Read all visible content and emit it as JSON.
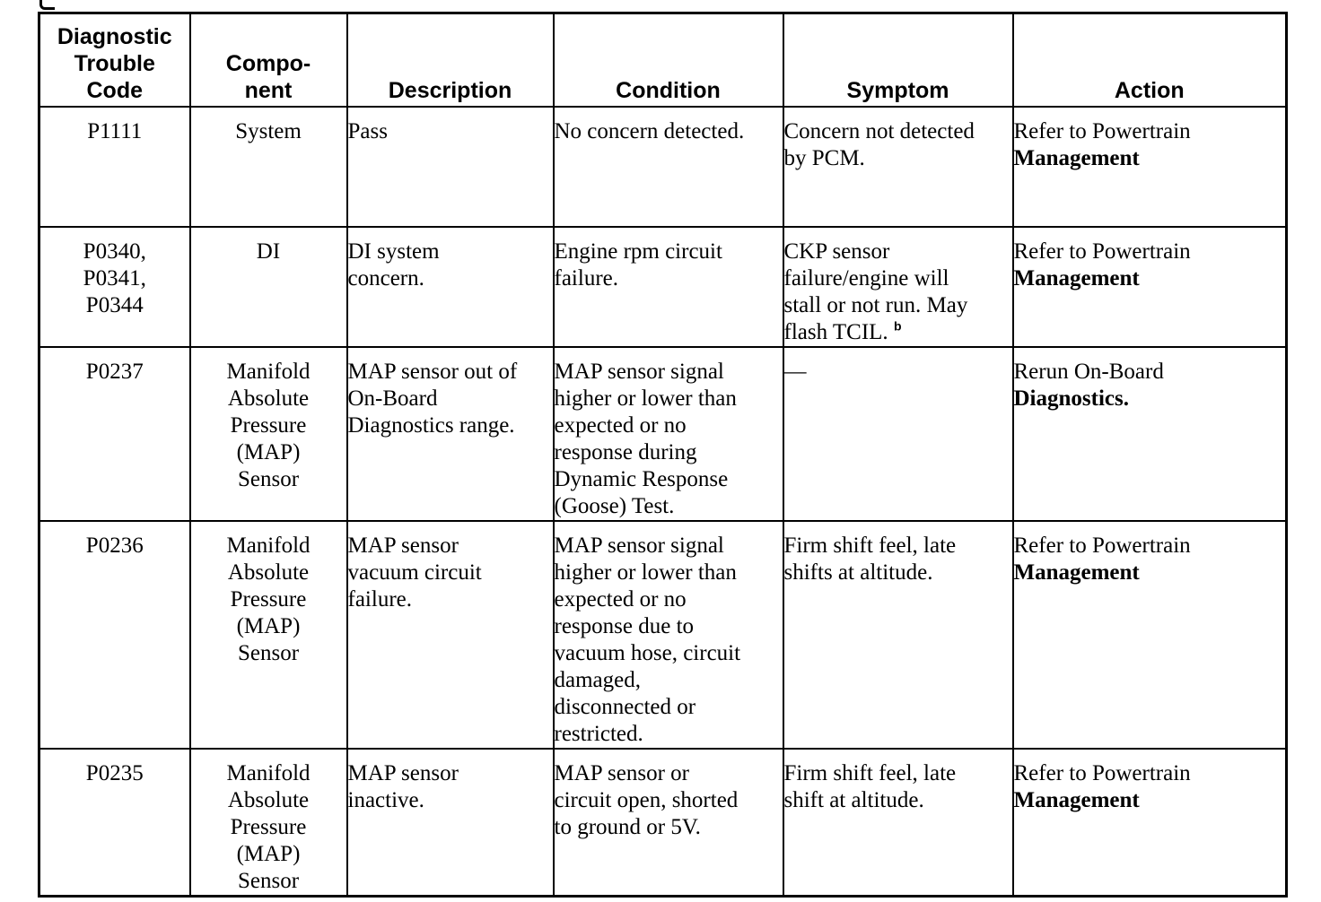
{
  "table": {
    "headers": {
      "code": [
        "Diagnostic",
        "Trouble",
        "Code"
      ],
      "component": [
        "Compo-",
        "nent"
      ],
      "description": "Description",
      "condition": "Condition",
      "symptom": "Symptom",
      "action": "Action"
    },
    "rows": [
      {
        "code": [
          "P1111"
        ],
        "component": [
          "System"
        ],
        "description": [
          "Pass"
        ],
        "condition": [
          "No concern detected."
        ],
        "symptom": [
          "Concern not detected",
          "by PCM."
        ],
        "symptom_sup": "",
        "action": [
          "Refer to Powertrain",
          "Management"
        ]
      },
      {
        "code": [
          "P0340,",
          "P0341,",
          "P0344"
        ],
        "component": [
          "DI"
        ],
        "description": [
          "DI system",
          "concern."
        ],
        "condition": [
          "Engine rpm circuit",
          "failure."
        ],
        "symptom": [
          "CKP sensor",
          "failure/engine will",
          "stall or not run. May",
          "flash TCIL."
        ],
        "symptom_sup": "b",
        "action": [
          "Refer to Powertrain",
          "Management"
        ]
      },
      {
        "code": [
          "P0237"
        ],
        "component": [
          "Manifold",
          "Absolute",
          "Pressure",
          "(MAP)",
          "Sensor"
        ],
        "description": [
          "MAP sensor out of",
          "On-Board",
          "Diagnostics range."
        ],
        "condition": [
          "MAP sensor signal",
          "higher or lower than",
          "expected or no",
          "response during",
          "Dynamic Response",
          "(Goose) Test."
        ],
        "symptom": [
          "—"
        ],
        "symptom_sup": "",
        "action": [
          "Rerun On-Board",
          "Diagnostics."
        ]
      },
      {
        "code": [
          "P0236"
        ],
        "component": [
          "Manifold",
          "Absolute",
          "Pressure",
          "(MAP)",
          "Sensor"
        ],
        "description": [
          "MAP sensor",
          "vacuum circuit",
          "failure."
        ],
        "condition": [
          "MAP sensor signal",
          "higher or lower than",
          "expected or no",
          "response due to",
          "vacuum hose, circuit",
          "damaged,",
          "disconnected or",
          "restricted."
        ],
        "symptom": [
          "Firm shift feel, late",
          "shifts at altitude."
        ],
        "symptom_sup": "",
        "action": [
          "Refer to Powertrain",
          "Management"
        ]
      },
      {
        "code": [
          "P0235"
        ],
        "component": [
          "Manifold",
          "Absolute",
          "Pressure",
          "(MAP)",
          "Sensor"
        ],
        "description": [
          "MAP sensor",
          "inactive."
        ],
        "condition": [
          "MAP sensor or",
          "circuit open, shorted",
          "to ground or 5V."
        ],
        "symptom": [
          "Firm shift feel, late",
          "shift at altitude."
        ],
        "symptom_sup": "",
        "action": [
          "Refer to Powertrain",
          "Management"
        ]
      }
    ]
  }
}
